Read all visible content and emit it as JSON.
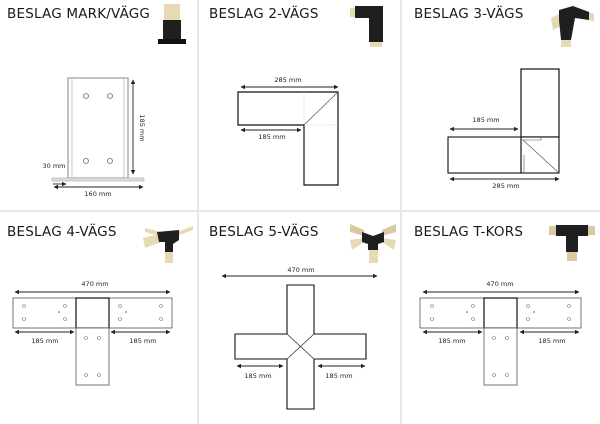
{
  "panels": [
    {
      "id": "mark-vagg",
      "title": "BESLAG MARK/VÄGG",
      "product_image": "post-base-bracket-thumbnail",
      "dimensions": {
        "height": "185 mm",
        "width": "160 mm",
        "flange": "30 mm"
      }
    },
    {
      "id": "2-vags",
      "title": "BESLAG 2-VÄGS",
      "product_image": "two-way-corner-bracket-thumbnail",
      "dimensions": {
        "total": "285 mm",
        "arm": "185 mm"
      }
    },
    {
      "id": "3-vags",
      "title": "BESLAG 3-VÄGS",
      "product_image": "three-way-corner-bracket-thumbnail",
      "dimensions": {
        "arm": "185 mm",
        "total": "285 mm"
      }
    },
    {
      "id": "4-vags",
      "title": "BESLAG 4-VÄGS",
      "product_image": "four-way-bracket-thumbnail",
      "dimensions": {
        "total": "470 mm",
        "left_arm": "185 mm",
        "right_arm": "185 mm"
      }
    },
    {
      "id": "5-vags",
      "title": "BESLAG 5-VÄGS",
      "product_image": "five-way-bracket-thumbnail",
      "dimensions": {
        "total": "470 mm",
        "left_arm": "185 mm",
        "right_arm": "185 mm"
      }
    },
    {
      "id": "t-kors",
      "title": "BESLAG T-KORS",
      "product_image": "t-cross-bracket-thumbnail",
      "dimensions": {
        "total": "470 mm",
        "left_arm": "185 mm",
        "right_arm": "185 mm"
      }
    }
  ],
  "colors": {
    "divider": "#e6e6e6",
    "line": "#1a1a1a",
    "bracket_black": "#1f1f1f",
    "wood": "#e8d9b5"
  }
}
